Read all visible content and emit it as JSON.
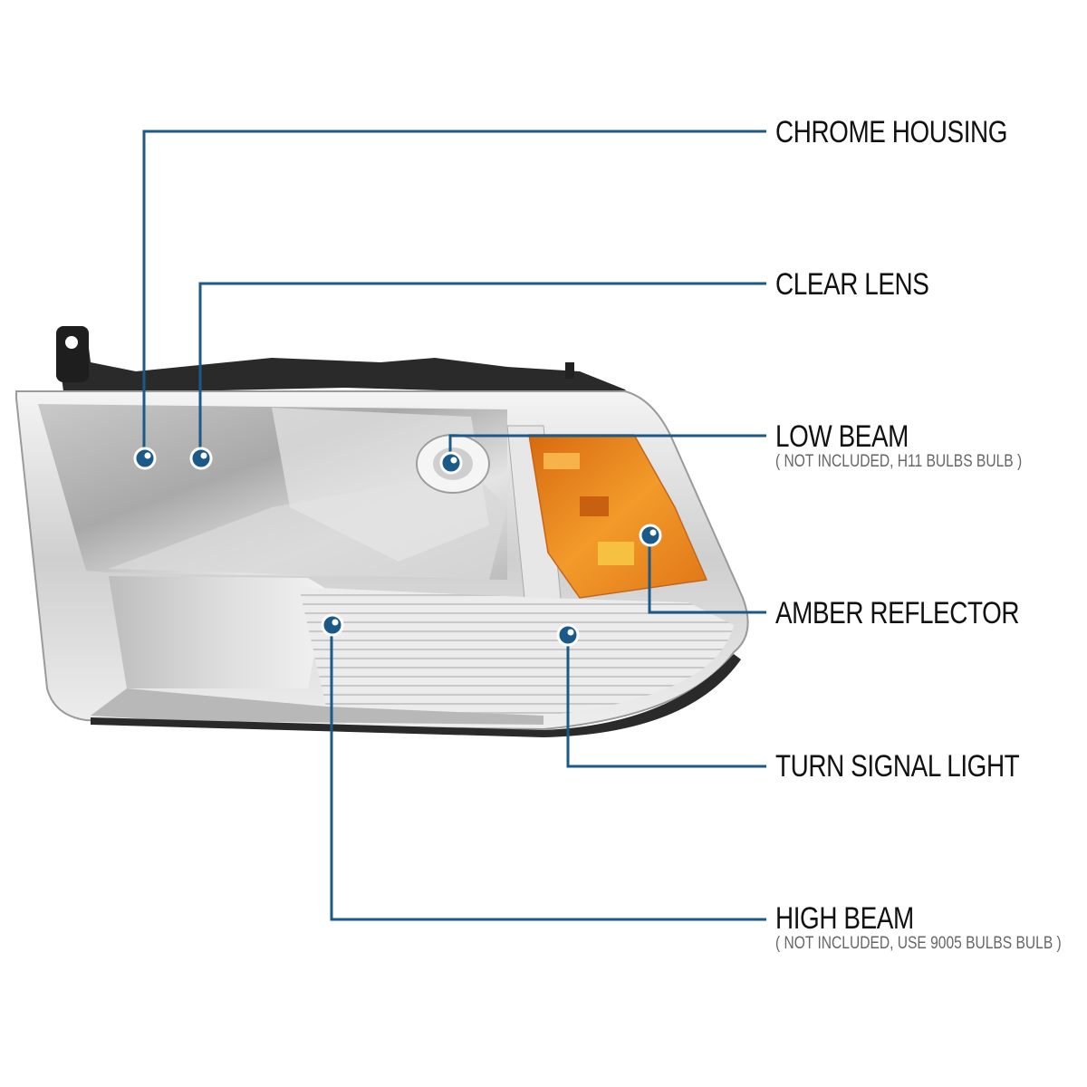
{
  "diagram": {
    "subject": "Chrome housing headlight with amber reflector",
    "accent_color": "#1b5a88",
    "amber_color": "#e8901e",
    "callouts": [
      {
        "id": "chrome-housing",
        "label": "CHROME HOUSING",
        "note": ""
      },
      {
        "id": "clear-lens",
        "label": "CLEAR LENS",
        "note": ""
      },
      {
        "id": "low-beam",
        "label": "LOW BEAM",
        "note": "( NOT INCLUDED, H11 BULBS BULB )"
      },
      {
        "id": "amber-reflector",
        "label": "AMBER REFLECTOR",
        "note": ""
      },
      {
        "id": "turn-signal-light",
        "label": "TURN SIGNAL LIGHT",
        "note": ""
      },
      {
        "id": "high-beam",
        "label": "HIGH BEAM",
        "note": "( NOT INCLUDED, USE 9005 BULBS BULB )"
      }
    ]
  }
}
